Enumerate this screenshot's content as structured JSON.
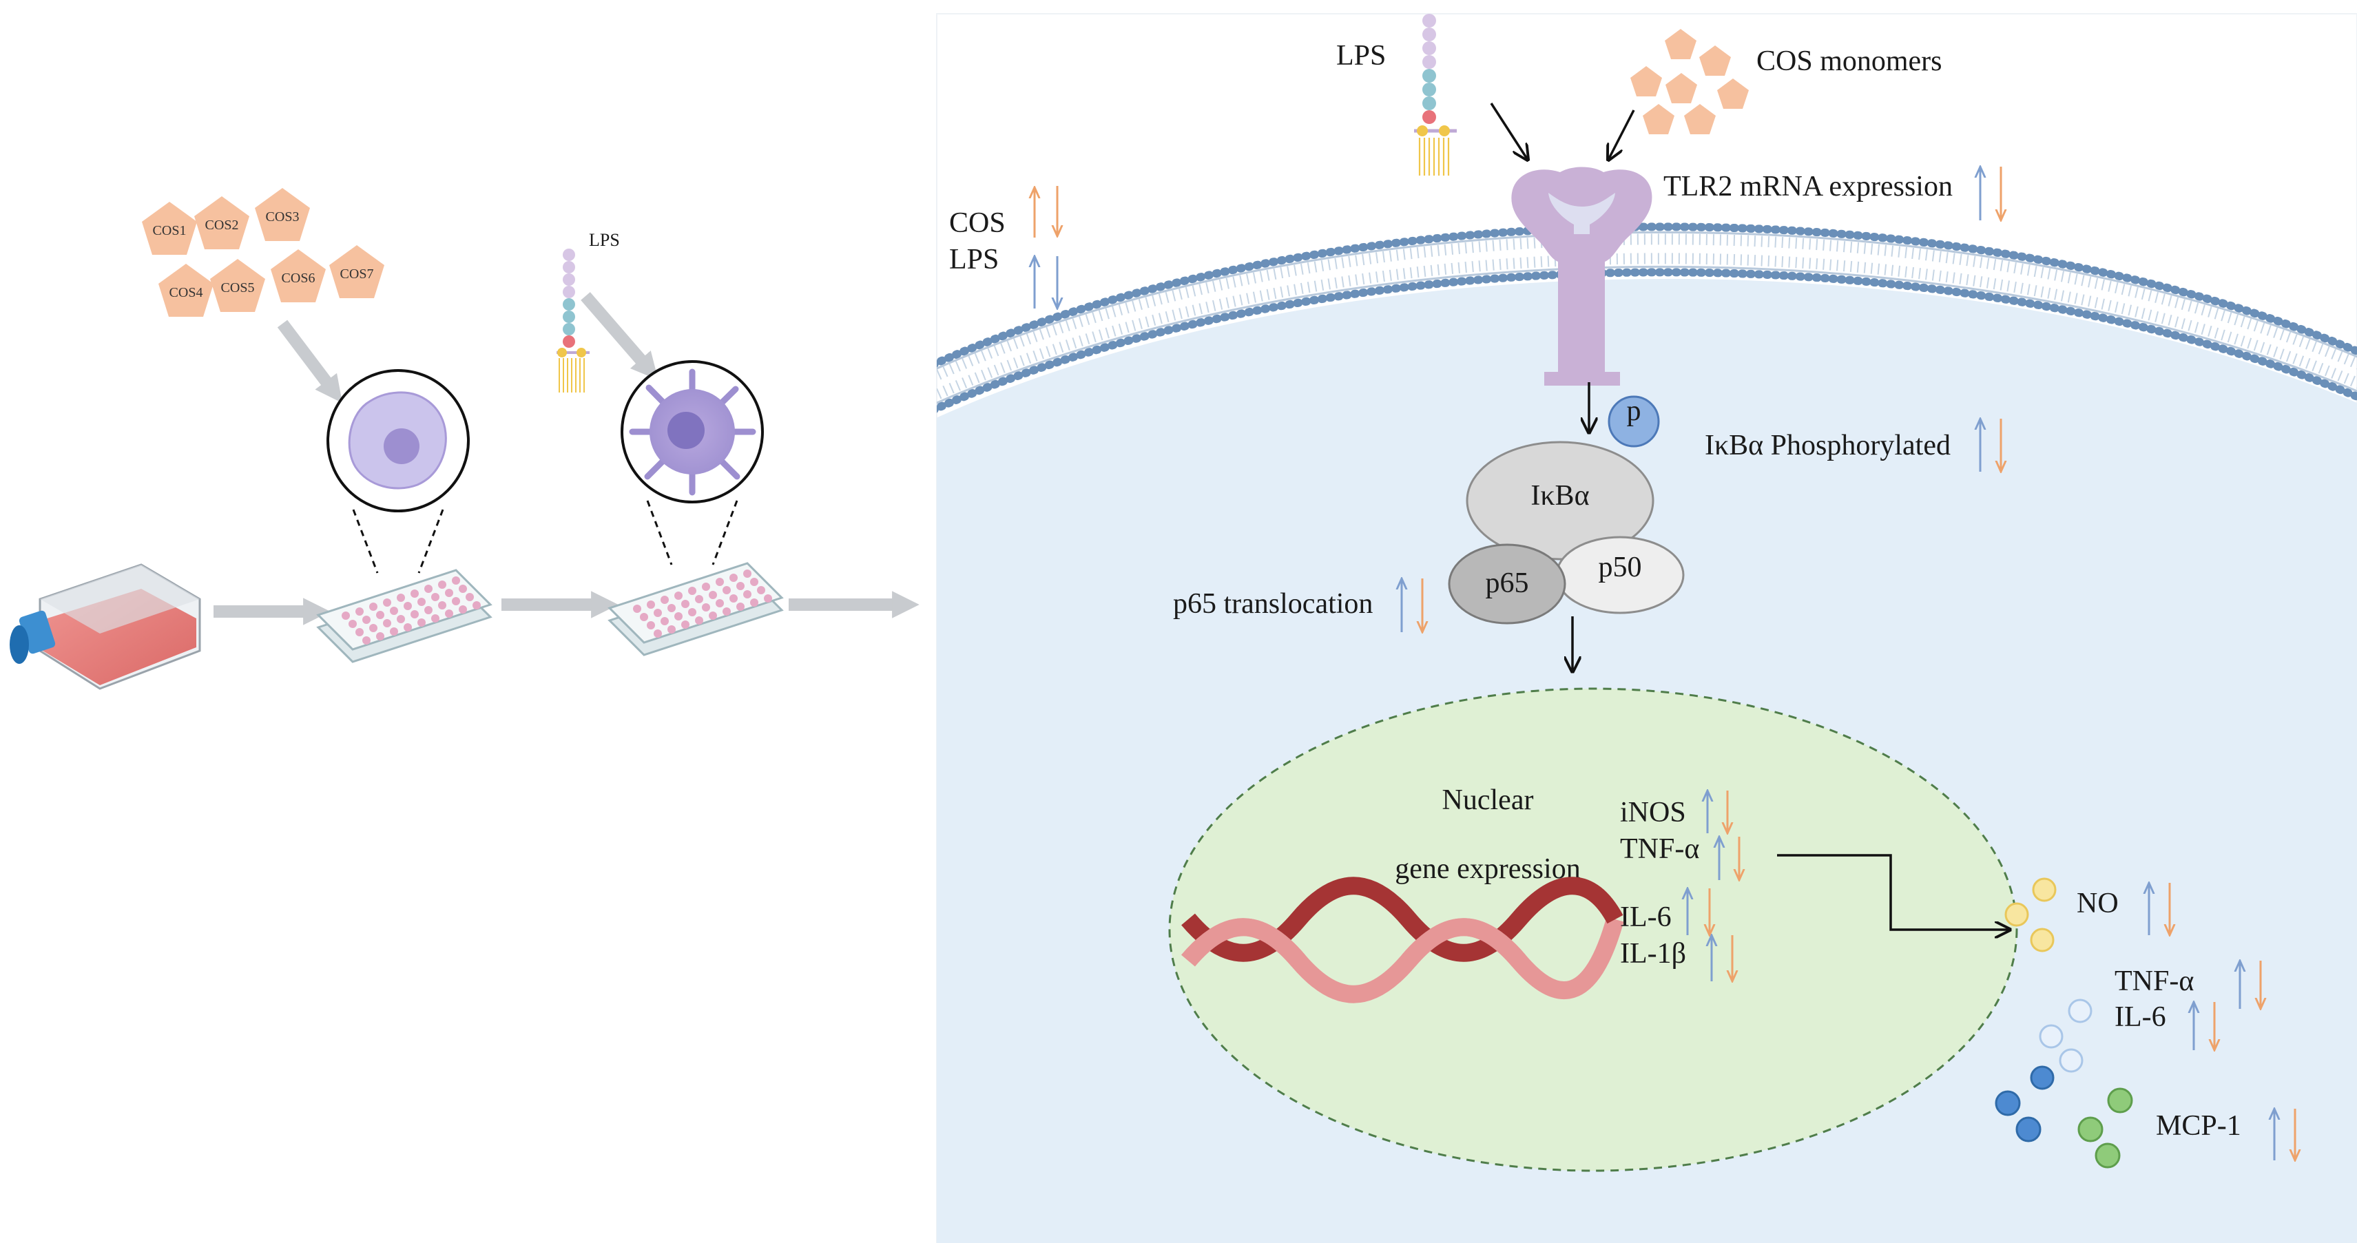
{
  "left_panel": {
    "cos_labels": [
      "COS1",
      "COS2",
      "COS3",
      "COS4",
      "COS5",
      "COS6",
      "COS7"
    ],
    "lps_label": "LPS"
  },
  "pathway": {
    "lps_label": "LPS",
    "cos_monomers_label": "COS monomers",
    "legend": {
      "cos": "COS",
      "lps": "LPS"
    },
    "tlr2_label": "TLR2 mRNA expression",
    "phospho_label": "p",
    "ikba_label": "IκBα",
    "ikba_phospho_label": "IκBα Phosphorylated",
    "p65_label": "p65",
    "p50_label": "p50",
    "p65_translocation_label": "p65 translocation",
    "nucleus": {
      "title_line1": "Nuclear",
      "title_line2": "gene expression",
      "genes": [
        "iNOS",
        "TNF-α",
        "IL-6",
        "IL-1β"
      ]
    },
    "outputs": {
      "no": "NO",
      "tnf": "TNF-α",
      "il6": "IL-6",
      "mcp1": "MCP-1"
    }
  },
  "colors": {
    "up_arrow": "#7f9fcf",
    "down_arrow": "#eea26a",
    "cos_pentagon": "#f6c19f",
    "cell_fill": "#e3eef8",
    "nucleus_fill": "#dff0d4",
    "membrane_head": "#6a8fb8",
    "receptor": "#c9b1d6"
  }
}
